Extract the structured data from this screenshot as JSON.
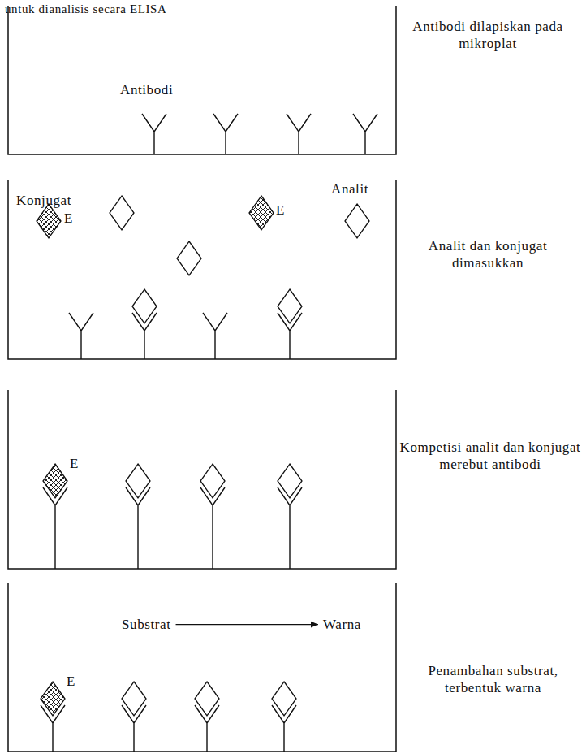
{
  "diagram": {
    "labels": [
      "untuk dianalisis secara ELISA",
      "Antibodi",
      "Antibodi dilapiskan pada mikroplat",
      "Konjugat",
      "E",
      "E",
      "Analit",
      "Analit dan konjugat dimasukkan",
      "E",
      "Kompetisi analit dan konjugat merebut antibodi",
      "Substrat",
      "Warna",
      "E",
      "Penambahan substrat, terbentuk warna"
    ]
  }
}
